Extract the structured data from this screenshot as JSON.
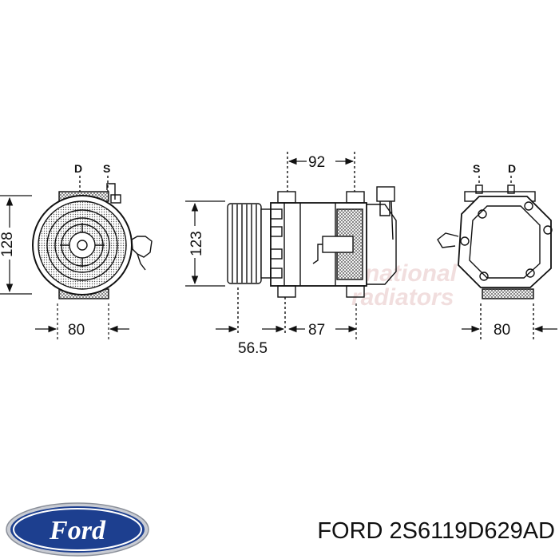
{
  "ports": {
    "left_discharge": "D",
    "left_suction": "S",
    "right_suction": "S",
    "right_discharge": "D"
  },
  "dimensions": {
    "left_height": "128",
    "left_width": "80",
    "middle_top": "92",
    "middle_height": "123",
    "middle_bottom_right": "87",
    "middle_bottom_left": "56.5",
    "right_width": "80"
  },
  "watermark": {
    "line1": "international",
    "line2": "radiators"
  },
  "brand": {
    "logo_text": "Ford",
    "logo_color": "#1d3f8f"
  },
  "part_label": "FORD 2S6119D629AD"
}
